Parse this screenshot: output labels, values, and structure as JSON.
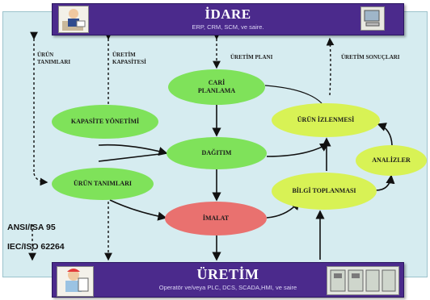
{
  "top_bar": {
    "title": "İDARE",
    "subtitle": "ERP, CRM, SCM, ve saire."
  },
  "bottom_bar": {
    "title": "ÜRETİM",
    "subtitle": "Operatör ve/veya PLC, DCS, SCADA,HMI, ve saire"
  },
  "nodes": {
    "cari_planlama": "CARİ PLANLAMA",
    "kapasite_yonetimi": "KAPASİTE YÖNETİMİ",
    "dagitim": "DAĞITIM",
    "urun_izlenmesi": "ÜRÜN İZLENMESİ",
    "analizler": "ANALİZLER",
    "urun_tanimlari": "ÜRÜN TANIMLARI",
    "bilgi_toplanmasi": "BİLGİ TOPLANMASI",
    "imalat": "İMALAT"
  },
  "labels": {
    "urun_tanimlari_top": "ÜRÜN TANIMLARI",
    "uretim_kapasitesi": "ÜRETİM KAPASİTESİ",
    "uretim_plani": "ÜRETİM PLANI",
    "uretim_sonuclari": "ÜRETİM SONUÇLARI"
  },
  "standards": {
    "ansi": "ANSI/ISA 95",
    "iec": "IEC/ISO 62264"
  },
  "colors": {
    "panel": "#d6ecf0",
    "bar": "#4b2a8c",
    "green_node": "#7fe25a",
    "lime_node": "#d8f255",
    "red_node": "#e9716f"
  }
}
